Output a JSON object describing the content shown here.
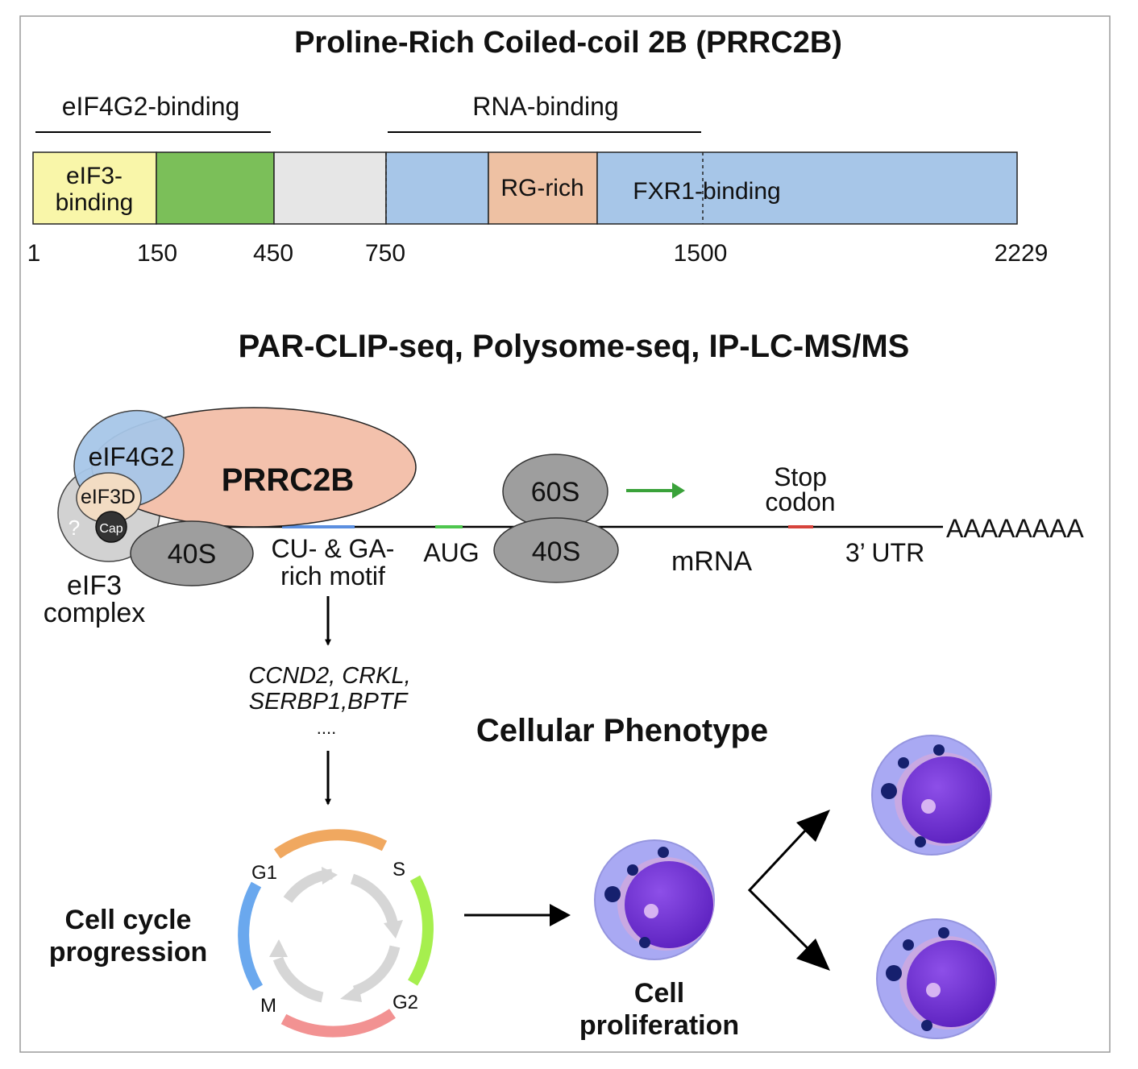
{
  "title": "Proline-Rich Coiled-coil 2B (PRRC2B)",
  "regions": {
    "eif4g2_binding": "eIF4G2-binding",
    "rna_binding": "RNA-binding"
  },
  "domains": {
    "eif3_binding_line1": "eIF3-",
    "eif3_binding_line2": "binding",
    "rg_rich": "RG-rich",
    "fxr1_binding": "FXR1-binding"
  },
  "positions": [
    "1",
    "150",
    "450",
    "750",
    "1500",
    "2229"
  ],
  "methods_title": "PAR-CLIP-seq, Polysome-seq, IP-LC-MS/MS",
  "complex": {
    "eif4g2": "eIF4G2",
    "prrc2b": "PRRC2B",
    "eif3d": "eIF3D",
    "unknown": "?",
    "cap": "Cap",
    "small_subunit": "40S",
    "eif3_line1": "eIF3",
    "eif3_line2": "complex"
  },
  "mrna": {
    "motif_line1": "CU- & GA-",
    "motif_line2": "rich motif",
    "start_codon": "AUG",
    "large_subunit": "60S",
    "small_subunit": "40S",
    "stop_line1": "Stop",
    "stop_line2": "codon",
    "label": "mRNA",
    "utr": "3’ UTR",
    "polya": "AAAAAAAA"
  },
  "targets": {
    "line1": "CCND2, CRKL,",
    "line2": "SERBP1,BPTF",
    "line3": "...."
  },
  "phenotype_title": "Cellular Phenotype",
  "cell_cycle": {
    "label_line1": "Cell cycle",
    "label_line2": "progression",
    "phases": [
      "G1",
      "S",
      "G2",
      "M"
    ]
  },
  "proliferation": {
    "line1": "Cell",
    "line2": "proliferation"
  },
  "colors": {
    "eif3_binding": "#f9f6a9",
    "green_domain": "#7bbf59",
    "gray_domain": "#e6e6e6",
    "blue_domain": "#a7c6e8",
    "rg_rich": "#eec1a3",
    "prrc2b": "#f3c1ac",
    "ribosome": "#9e9e9e",
    "aug": "#4ec64e",
    "stop": "#d6433b",
    "g1_arc": "#f0a860",
    "s_arc": "#a6ef4e",
    "m_arc": "#f29292",
    "blue_arc": "#6aa8ee",
    "cell_outer": "#a9a9f3",
    "nucleus": "#6b2ecf"
  }
}
